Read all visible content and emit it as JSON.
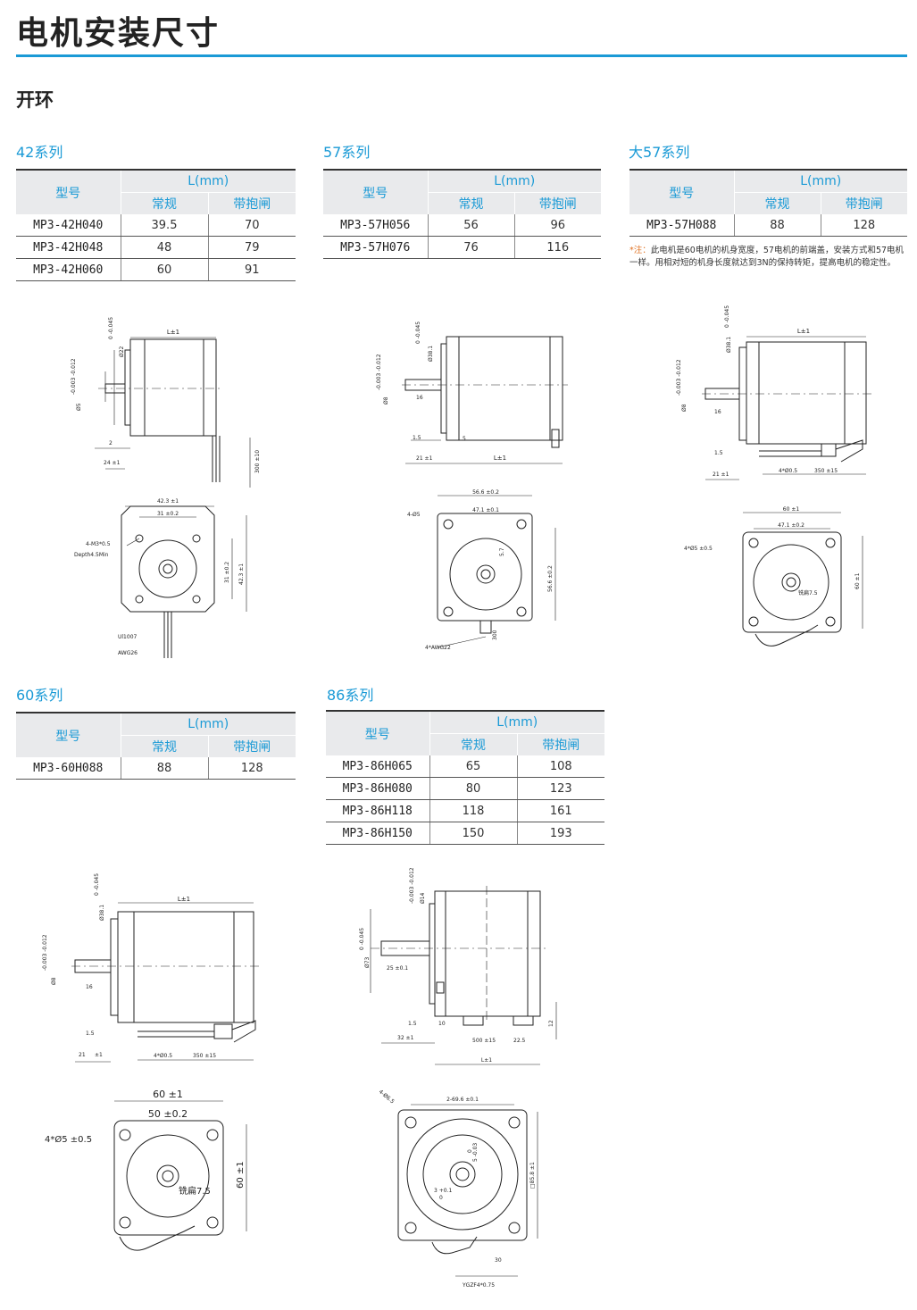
{
  "page": {
    "title": "电机安装尺寸",
    "subtitle": "开环"
  },
  "headers": {
    "model": "型号",
    "length": "L(mm)",
    "normal": "常规",
    "brake": "带抱闸"
  },
  "series42": {
    "title": "42系列",
    "rows": [
      {
        "model": "MP3-42H040",
        "normal": "39.5",
        "brake": "70"
      },
      {
        "model": "MP3-42H048",
        "normal": "48",
        "brake": "79"
      },
      {
        "model": "MP3-42H060",
        "normal": "60",
        "brake": "91"
      }
    ]
  },
  "series57": {
    "title": "57系列",
    "rows": [
      {
        "model": "MP3-57H056",
        "normal": "56",
        "brake": "96"
      },
      {
        "model": "MP3-57H076",
        "normal": "76",
        "brake": "116"
      }
    ]
  },
  "seriesBig57": {
    "title": "大57系列",
    "rows": [
      {
        "model": "MP3-57H088",
        "normal": "88",
        "brake": "128"
      }
    ],
    "note_mark": "*注：",
    "note": "此电机是60电机的机身宽度，57电机的前端盖，安装方式和57电机一样。用相对短的机身长度就达到3N的保持转矩，提高电机的稳定性。"
  },
  "series60": {
    "title": "60系列",
    "rows": [
      {
        "model": "MP3-60H088",
        "normal": "88",
        "brake": "128"
      }
    ]
  },
  "series86": {
    "title": "86系列",
    "rows": [
      {
        "model": "MP3-86H065",
        "normal": "65",
        "brake": "108"
      },
      {
        "model": "MP3-86H080",
        "normal": "80",
        "brake": "123"
      },
      {
        "model": "MP3-86H118",
        "normal": "118",
        "brake": "161"
      },
      {
        "model": "MP3-86H150",
        "normal": "150",
        "brake": "193"
      }
    ]
  },
  "drawings": {
    "d42": {
      "L": "L±1",
      "boss": "Ø22",
      "boss_tol": "0 -0.045",
      "shaft": "Ø5",
      "shaft_tol": "-0.003 -0.012",
      "flange": "2",
      "shaft_len": "24 ±1",
      "lead": "300 ±10",
      "outer": "42.3 ±1",
      "pitch": "31 ±0.2",
      "holes": "4-M3*0.5",
      "depth": "Depth4.5Min",
      "pitch_v": "31 ±0.2",
      "outer_v": "42.3 ±1",
      "wire1": "Ul1007",
      "wire2": "AWG26"
    },
    "d57": {
      "L": "L±1",
      "boss": "Ø38.1",
      "boss_tol": "0 -0.045",
      "shaft": "Ø8",
      "shaft_tol": "-0.003 -0.012",
      "flat": "16",
      "flange": "1.5",
      "step": "5",
      "shaft_len": "21 ±1",
      "outer": "56.6 ±0.2",
      "pitch": "47.1 ±0.1",
      "holes": "4-Ø5",
      "flat_d": "5.7",
      "outer_v": "56.6 ±0.2",
      "lead": "300",
      "wire": "4*AWG22"
    },
    "dBig57": {
      "L": "L±1",
      "boss": "Ø38.1",
      "boss_tol": "0 -0.045",
      "shaft": "Ø8",
      "shaft_tol": "-0.003 -0.012",
      "flat": "16",
      "flange": "1.5",
      "shaft_len": "21 ±1",
      "cable": "4*Ø0.5",
      "cable_len": "350 ±15",
      "outer": "60 ±1",
      "pitch": "47.1 ±0.2",
      "holes": "4*Ø5 ±0.5",
      "flat_label": "铣扁7.5",
      "outer_v": "60 ±1"
    },
    "d60": {
      "L": "L±1",
      "boss": "Ø38.1",
      "boss_tol": "0 -0.045",
      "shaft": "Ø8",
      "shaft_tol": "-0.003 -0.012",
      "flat": "16",
      "flange": "1.5",
      "shaft_len": "21",
      "shaft_len_tol": "±1",
      "cable": "4*Ø0.5",
      "cable_len": "350 ±15",
      "outer": "60 ±1",
      "pitch": "50 ±0.2",
      "holes": "4*Ø5 ±0.5",
      "flat_label": "铣扁7.5",
      "outer_v": "60 ±1"
    },
    "d86": {
      "L": "L±1",
      "boss": "Ø73",
      "boss_tol": "0 -0.045",
      "shaft": "Ø14",
      "shaft_tol": "-0.003 -0.012",
      "key": "25 ±0.1",
      "flange": "1.5",
      "step": "10",
      "shaft_len": "32 ±1",
      "cable_len": "500 ±15",
      "gland": "22.5",
      "gland_h": "12",
      "holes": "4-Ø6.5",
      "pitch": "2-69.6 ±0.1",
      "key_w": "5 -0.03",
      "key_w0": "0",
      "key_d": "3 +0.1",
      "key_d0": "0",
      "outer_v": "□85.8 ±1",
      "cable_out": "30",
      "wire": "YGZF4*0.75"
    }
  }
}
